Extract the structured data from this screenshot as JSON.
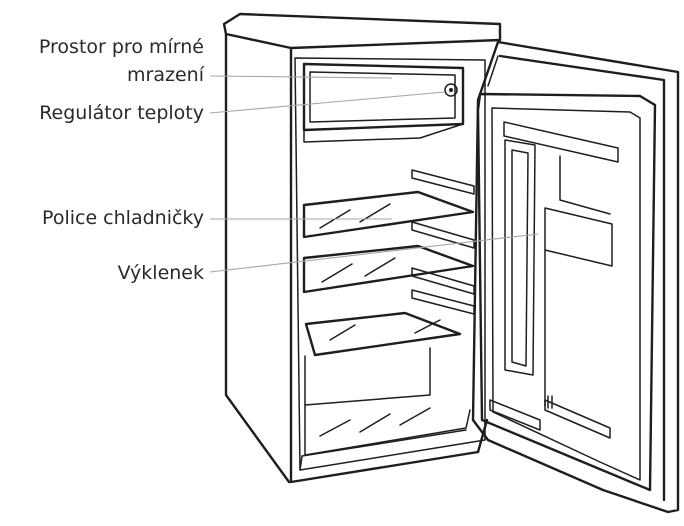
{
  "labels": {
    "freezer_line1": "Prostor pro mírné",
    "freezer_line2": "mrazení",
    "thermostat": "Regulátor teploty",
    "shelves": "Police chladničky",
    "recess": "Výklenek"
  },
  "colors": {
    "line": "#1e1e1e",
    "leader": "#a6a6a6",
    "text": "#2a2a2a",
    "background": "#ffffff"
  }
}
